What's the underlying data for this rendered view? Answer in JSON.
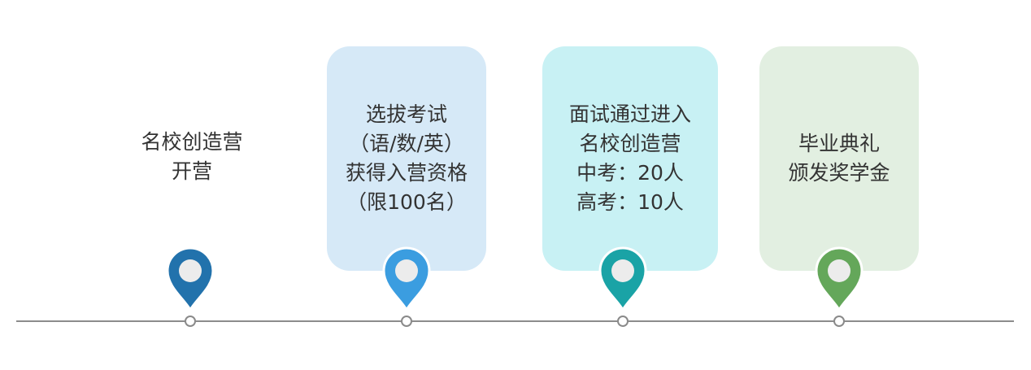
{
  "steps": [
    {
      "lines": [
        "名校创造营",
        "开营"
      ],
      "card_color": "",
      "pin_color": "#2272ac"
    },
    {
      "lines": [
        "选拔考试",
        "（语/数/英）",
        "获得入营资格",
        "（限100名）"
      ],
      "card_color": "#d6e9f7",
      "pin_color": "#3b9de0"
    },
    {
      "lines": [
        "面试通过进入",
        "名校创造营",
        "中考：20人",
        "高考：10人"
      ],
      "card_color": "#c8f1f4",
      "pin_color": "#1aa3a6"
    },
    {
      "lines": [
        "毕业典礼",
        "颁发奖学金"
      ],
      "card_color": "#e2efe1",
      "pin_color": "#64a75a"
    }
  ],
  "timeline_color": "#8c8c8c"
}
